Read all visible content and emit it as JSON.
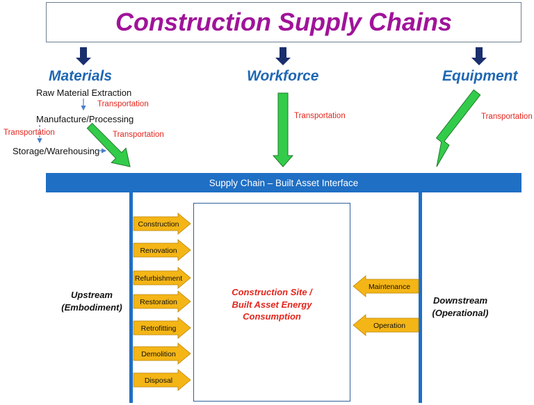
{
  "title": "Construction Supply Chains",
  "columns": {
    "materials": "Materials",
    "workforce": "Workforce",
    "equipment": "Equipment"
  },
  "materials_steps": {
    "extraction": "Raw Material Extraction",
    "manufacture": "Manufacture/Processing",
    "storage": "Storage/Warehousing"
  },
  "transport_label": "Transportation",
  "interface": "Supply Chain – Built Asset Interface",
  "upstream_label": [
    "Upstream",
    "(Embodiment)"
  ],
  "downstream_label": [
    "Downstream",
    "(Operational)"
  ],
  "center_box": [
    "Construction Site /",
    "Built Asset Energy",
    "Consumption"
  ],
  "upstream_activities": [
    "Construction",
    "Renovation",
    "Refurbishment",
    "Restoration",
    "Retrofitting",
    "Demolition",
    "Disposal"
  ],
  "downstream_activities": [
    "Maintenance",
    "Operation"
  ],
  "colors": {
    "title": "#a0139a",
    "heading": "#1f67b3",
    "transport_text": "#e3261d",
    "interface_bar": "#1f6fc4",
    "down_arrow": "#1a2f6e",
    "green_arrow": "#33cc4a",
    "activity_arrow": "#f4b516"
  }
}
